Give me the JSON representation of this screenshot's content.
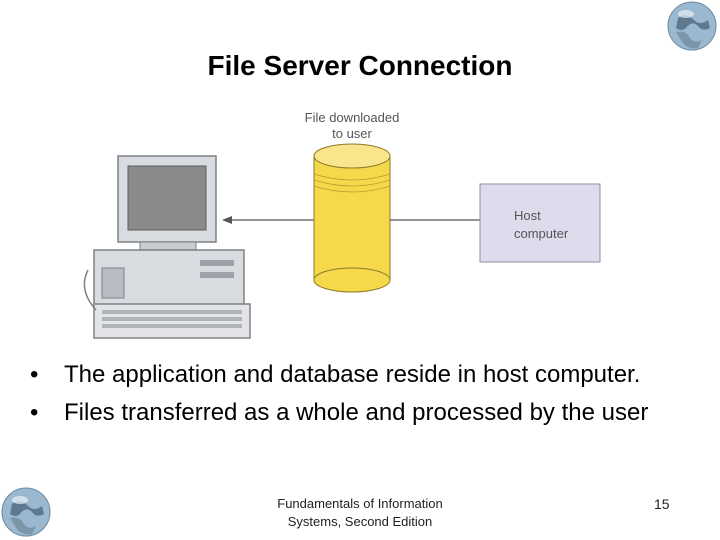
{
  "slide": {
    "title": "File Server Connection",
    "diagram": {
      "transfer_label_line1": "File downloaded",
      "transfer_label_line2": "to user",
      "host_label_line1": "Host",
      "host_label_line2": "computer"
    },
    "bullets": [
      {
        "marker": "•",
        "text": "The application and database reside in host computer."
      },
      {
        "marker": "•",
        "text": "Files transferred as a whole and processed by the user"
      }
    ],
    "footer_line1": "Fundamentals of Information",
    "footer_line2": "Systems, Second Edition",
    "page_number": "15"
  },
  "colors": {
    "database": "#f5d94a",
    "host_box": "#dcdcec",
    "computer_body": "#d8dbe0",
    "screen": "#8a8a8a"
  }
}
